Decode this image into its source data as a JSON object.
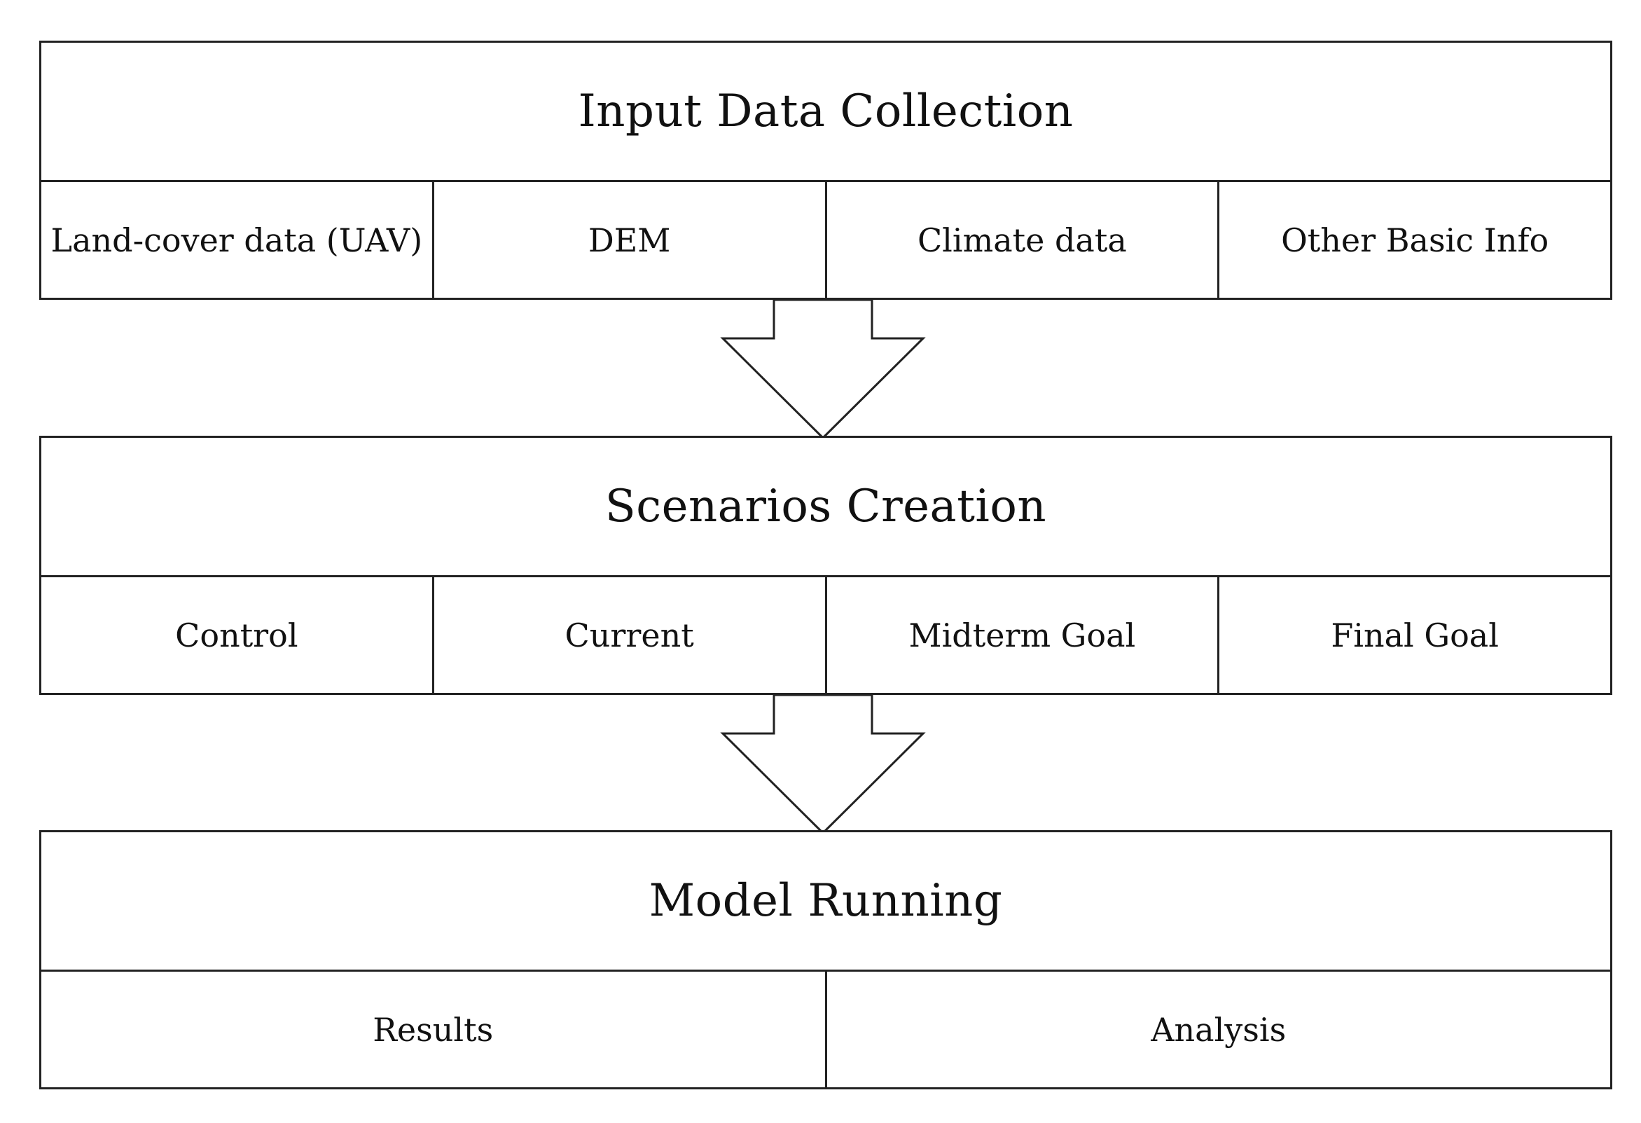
{
  "blocks": [
    {
      "title": "Input Data Collection",
      "cells": [
        "Land-cover data (UAV)",
        "DEM",
        "Climate data",
        "Other Basic Info"
      ]
    },
    {
      "title": "Scenarios Creation",
      "cells": [
        "Control",
        "Current",
        "Midterm Goal",
        "Final Goal"
      ]
    },
    {
      "title": "Model Running",
      "cells": [
        "Results",
        "Analysis"
      ]
    }
  ]
}
